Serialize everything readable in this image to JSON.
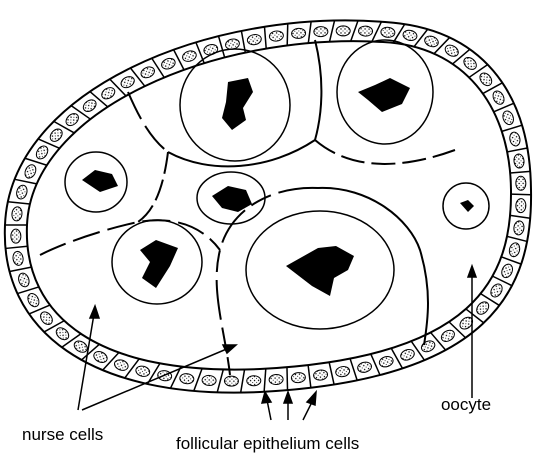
{
  "labels": {
    "nurse_cells": "nurse cells",
    "follicle_cells": "follicular epithelium cells",
    "oocyte": "oocyte"
  },
  "colors": {
    "ink": "#000000",
    "background": "#ffffff"
  }
}
